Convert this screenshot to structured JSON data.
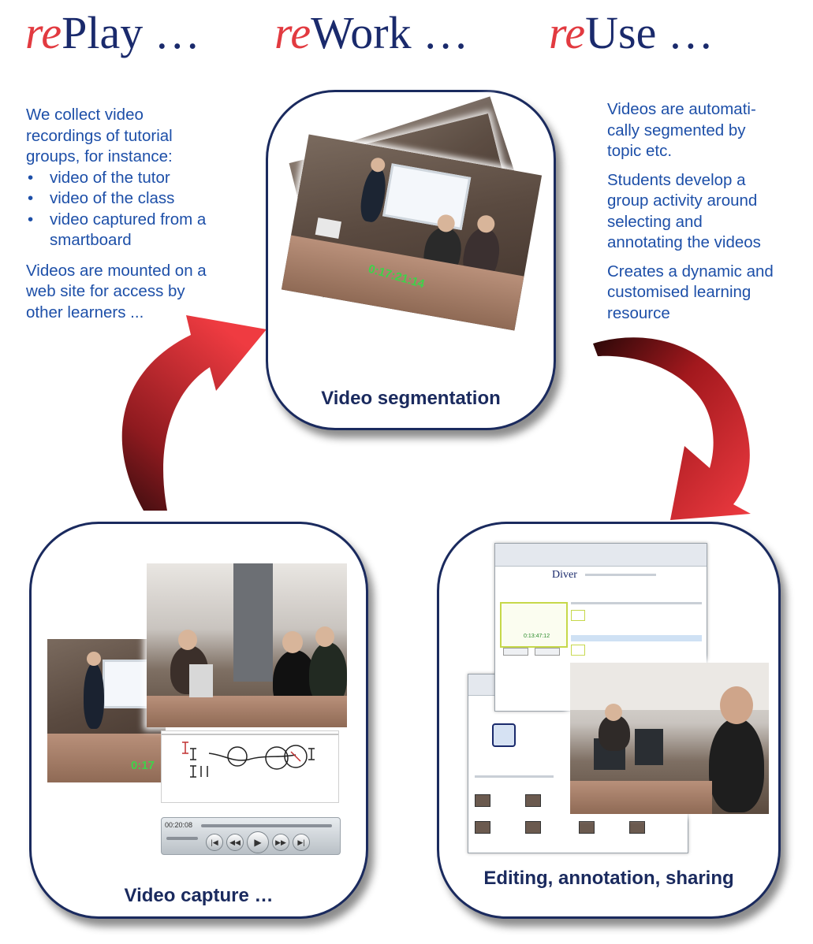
{
  "headings": [
    {
      "prefix": "re",
      "rest": "Play …"
    },
    {
      "prefix": "re",
      "rest": "Work …"
    },
    {
      "prefix": "re",
      "rest": "Use …"
    }
  ],
  "left_text": {
    "intro": "We collect video recordings of tutorial groups, for instance:",
    "bullets": [
      "video of the tutor",
      "video of the class",
      "video captured from a smartboard"
    ],
    "closing": "Videos are mounted on a web site for access by other learners ..."
  },
  "right_text": {
    "p1": "Videos are automati-cally segmented by topic etc.",
    "p2": "Students develop a group activity around selecting and annotating the videos",
    "p3": "Creates a dynamic and customised learning resource"
  },
  "panels": {
    "segmentation": {
      "caption": "Video segmentation",
      "timecode": "0:17:21:14"
    },
    "capture": {
      "caption": "Video capture …",
      "timecode": "0:17",
      "player_time": "00:20:08"
    },
    "editing": {
      "caption": "Editing, annotation, sharing",
      "app_name": "Diver"
    }
  },
  "colors": {
    "accent_red": "#e23a40",
    "navy": "#1a2a5e",
    "body_blue": "#1d4fa8"
  },
  "icons": [
    "curved-arrow-left-icon",
    "curved-arrow-right-icon"
  ]
}
